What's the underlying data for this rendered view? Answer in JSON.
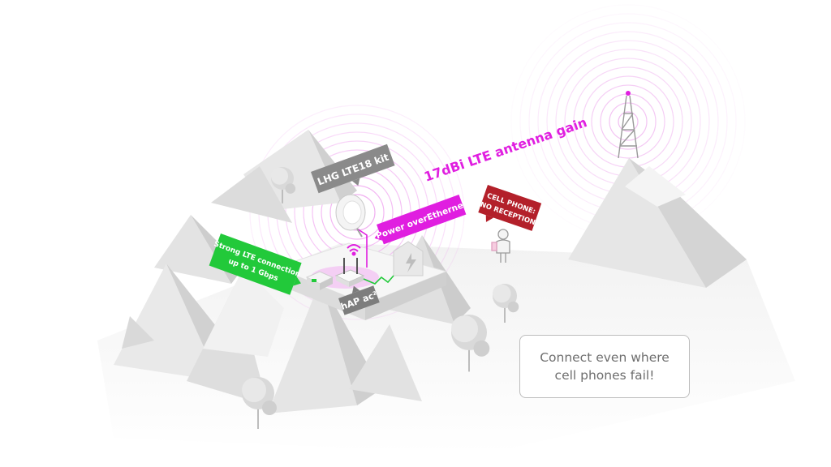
{
  "labels": {
    "kit": "LHG LTE18 kit",
    "gain": "17dBi LTE antenna gain",
    "poe": "Power overEthernet",
    "lte_line1": "Strong LTE connection",
    "lte_line2": "up to 1 Gbps",
    "hap": "hAP ac²",
    "cell_line1": "CELL PHONE:",
    "cell_line2": "NO RECEPTION"
  },
  "caption": {
    "line1": "Connect even where",
    "line2": "cell phones fail!"
  },
  "colors": {
    "magenta": "#e01ee0",
    "green": "#22c93a",
    "gray_tag": "#8a8a8a",
    "red_tag": "#b3202a",
    "mountain_light": "#e9e9e9",
    "mountain_dark": "#d2d2d2"
  },
  "icons": [
    "wifi-icon",
    "lightning-icon",
    "cell-tower-icon",
    "person-icon",
    "tree-icon",
    "dish-antenna-icon",
    "router-icon",
    "lte-modem-icon"
  ]
}
